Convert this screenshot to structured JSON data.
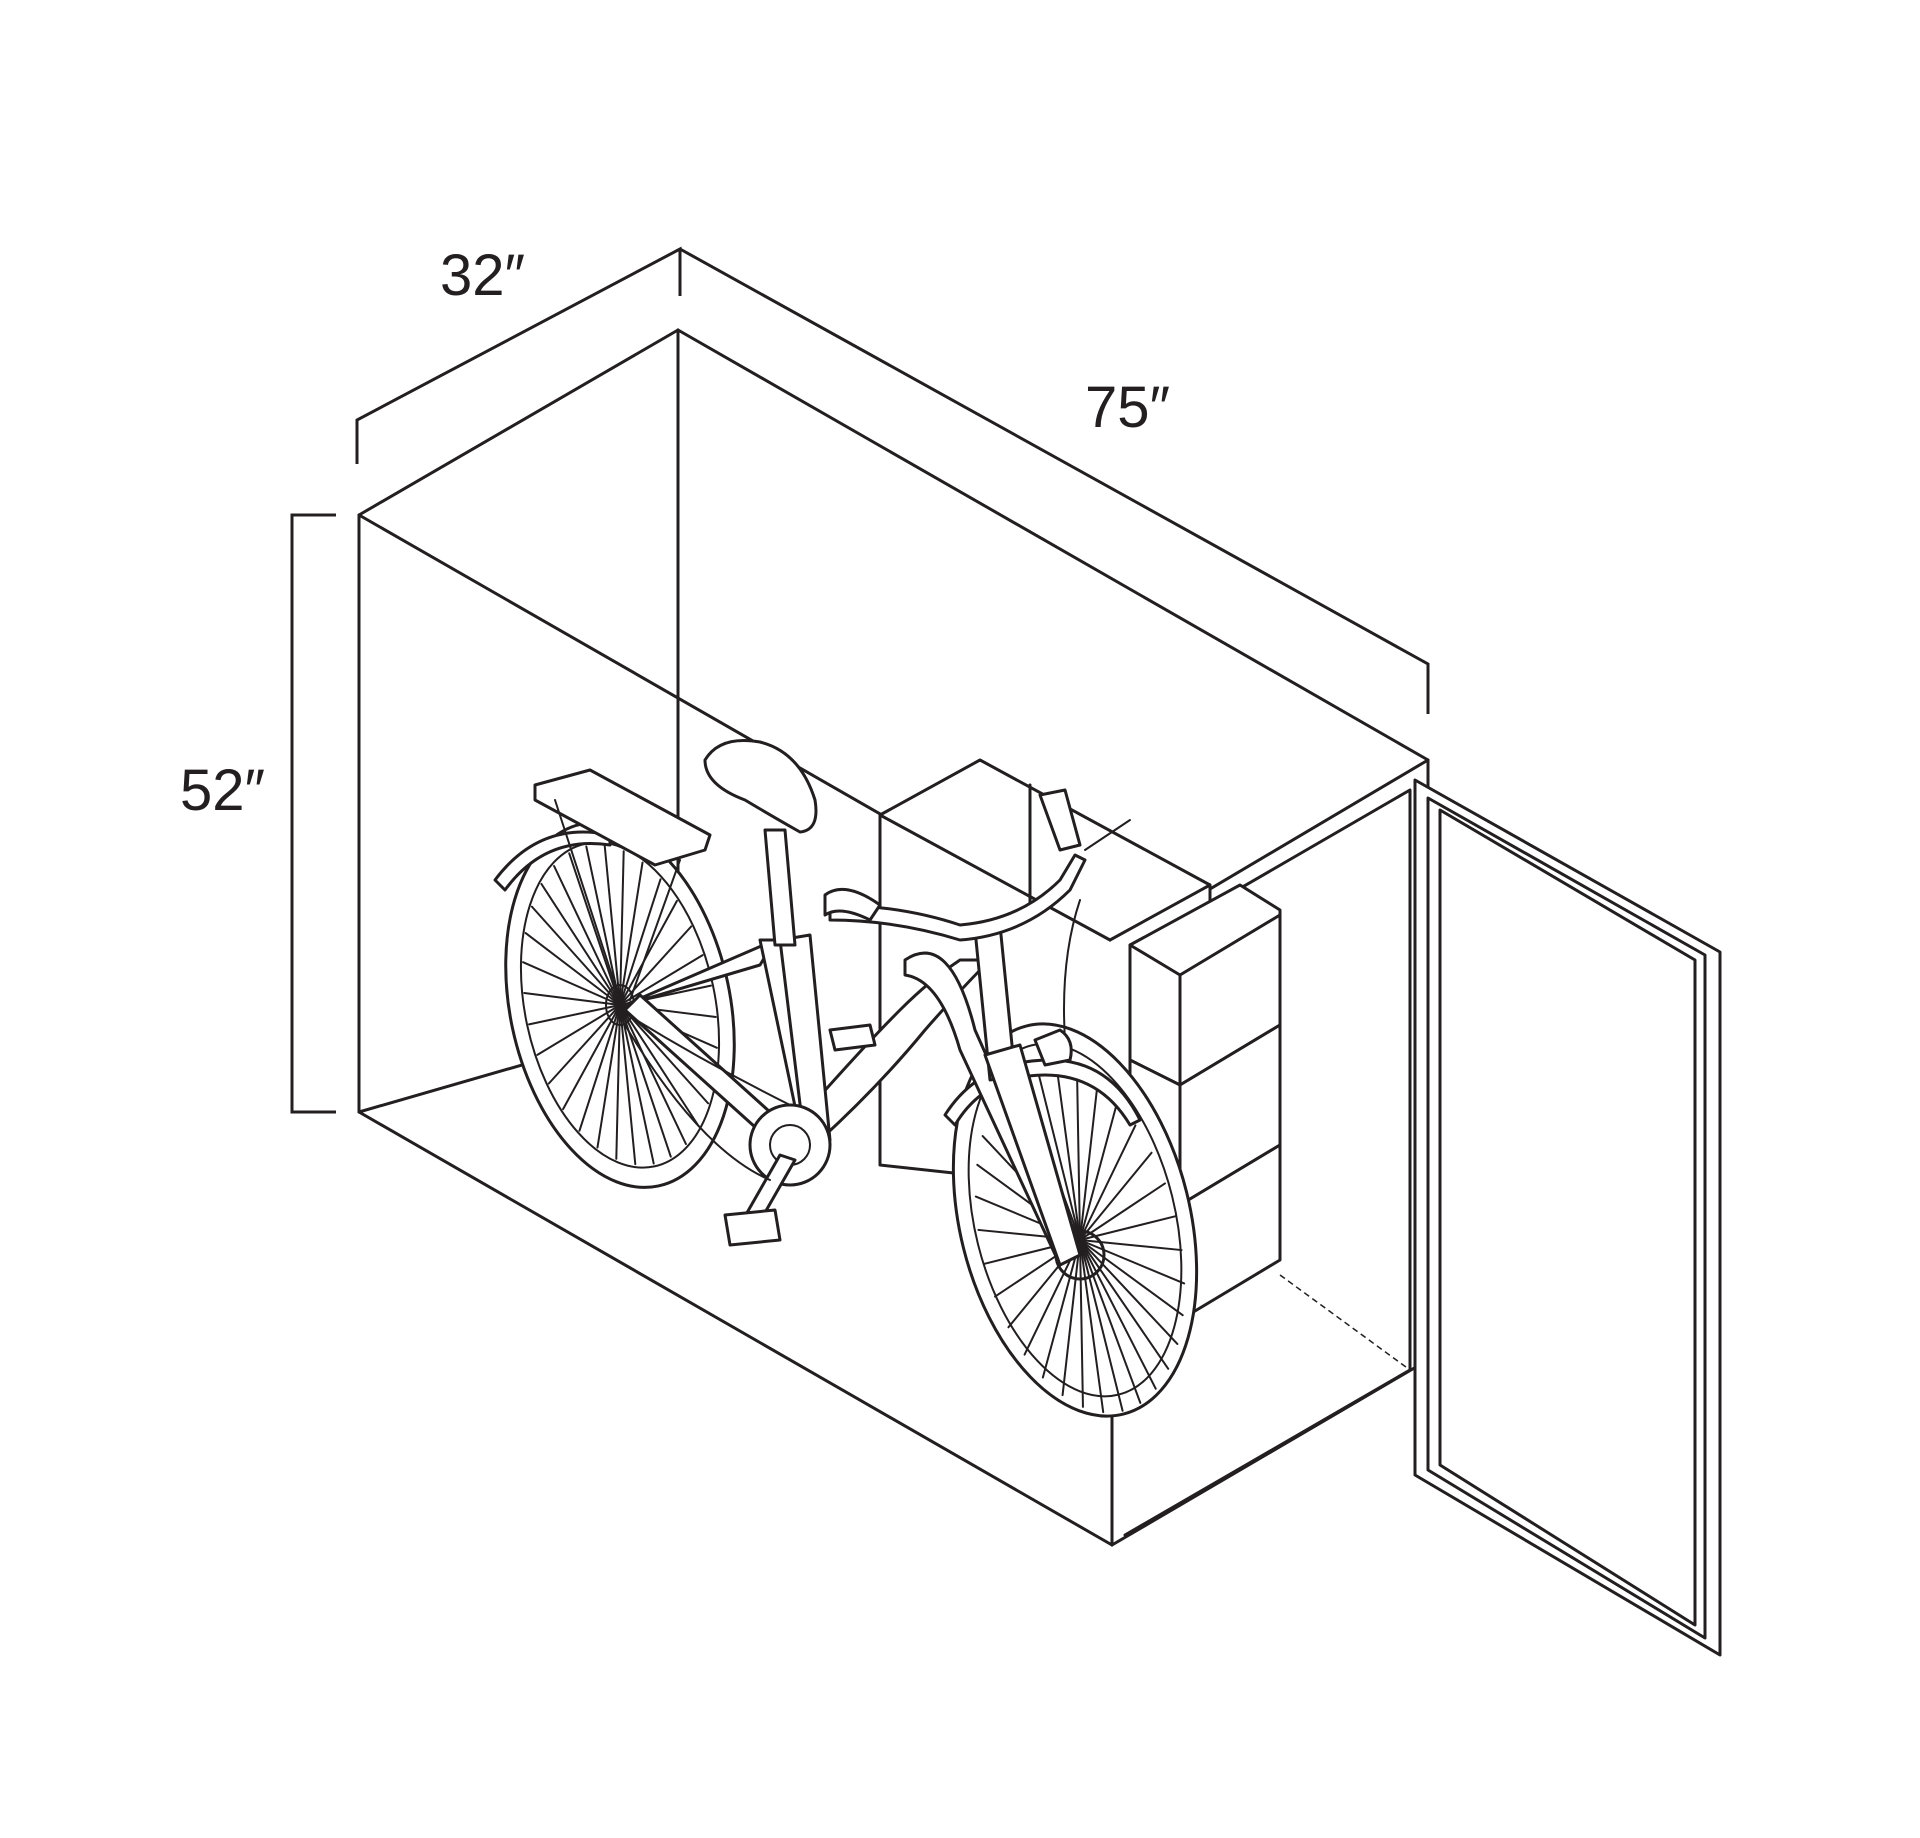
{
  "dimensions": {
    "depth": "32″",
    "length": "75″",
    "height": "52″"
  },
  "colors": {
    "line": "#231f20",
    "background": "#ffffff"
  }
}
